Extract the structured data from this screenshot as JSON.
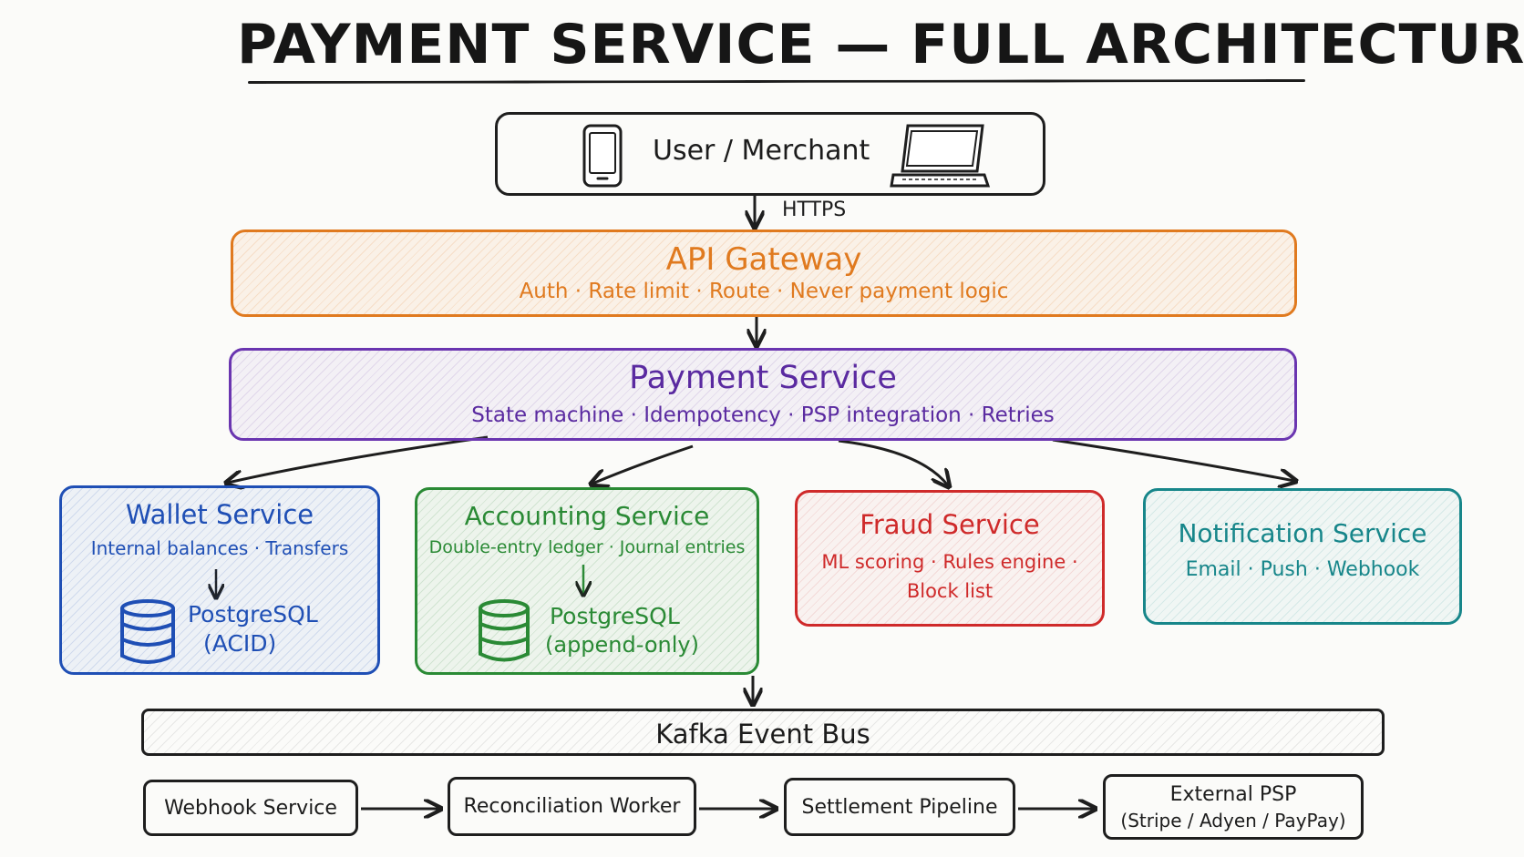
{
  "title": "PAYMENT SERVICE — FULL ARCHITECTURE",
  "client": {
    "label": "User / Merchant",
    "icons": [
      "phone-icon",
      "laptop-icon"
    ]
  },
  "connector": {
    "https_label": "HTTPS"
  },
  "api_gateway": {
    "title": "API Gateway",
    "features": "Auth · Rate limit · Route · Never payment logic",
    "color": "#e07a1f"
  },
  "payment_service": {
    "title": "Payment Service",
    "features": "State machine · Idempotency · PSP integration · Retries",
    "color": "#6a35b0"
  },
  "wallet_service": {
    "title": "Wallet Service",
    "features": "Internal balances · Transfers",
    "db_name": "PostgreSQL",
    "db_note": "(ACID)",
    "color": "#1f4fb5"
  },
  "accounting_service": {
    "title": "Accounting Service",
    "features": "Double-entry ledger · Journal entries",
    "db_name": "PostgreSQL",
    "db_note": "(append-only)",
    "color": "#2a8a35"
  },
  "fraud_service": {
    "title": "Fraud Service",
    "features_line1": "ML scoring · Rules engine ·",
    "features_line2": "Block list",
    "color": "#cf2a2a"
  },
  "notification_service": {
    "title": "Notification Service",
    "features": "Email · Push · Webhook",
    "color": "#17868a"
  },
  "event_bus": {
    "label": "Kafka Event Bus"
  },
  "pipeline": [
    {
      "label": "Webhook Service"
    },
    {
      "label": "Reconciliation Worker"
    },
    {
      "label": "Settlement Pipeline"
    },
    {
      "label": "External PSP",
      "sublabel": "(Stripe / Adyen / PayPay)"
    }
  ]
}
